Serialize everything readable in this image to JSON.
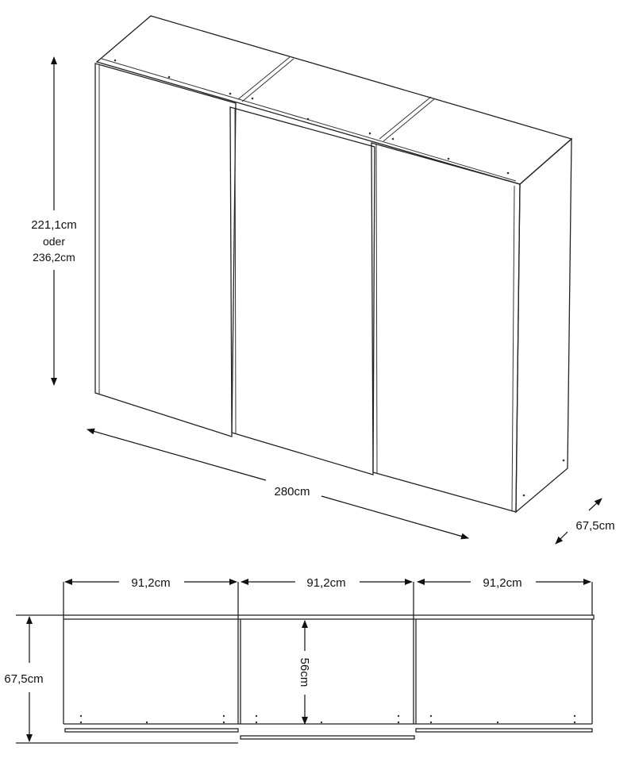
{
  "iso_view": {
    "height_label": "221,1cm",
    "height_or": "oder",
    "height_alt_label": "236,2cm",
    "width_label": "280cm",
    "depth_label": "67,5cm"
  },
  "plan_view": {
    "door_widths": [
      "91,2cm",
      "91,2cm",
      "91,2cm"
    ],
    "depth_label": "67,5cm",
    "inner_depth_label": "56cm"
  },
  "colors": {
    "line": "#222222",
    "background": "#ffffff"
  }
}
